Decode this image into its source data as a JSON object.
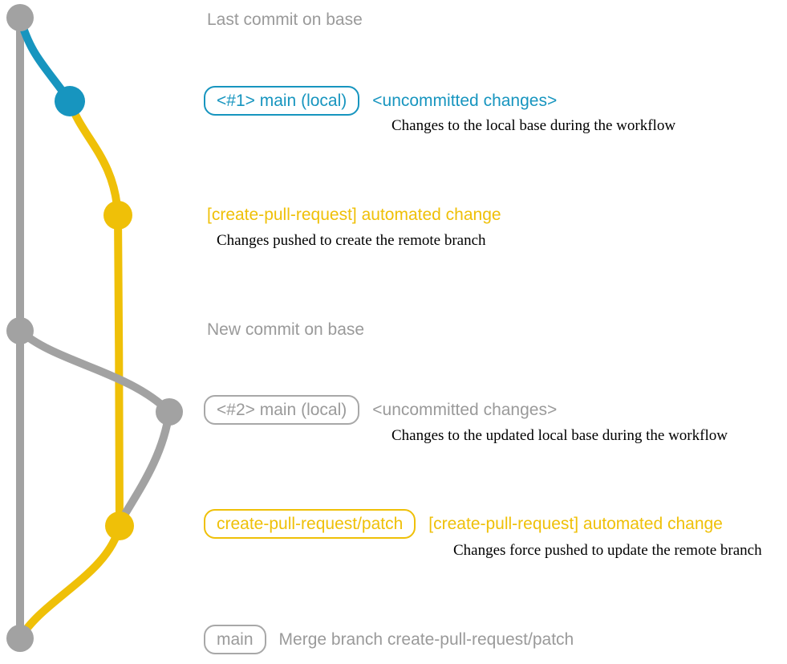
{
  "diagram": {
    "title_context": "git branch workflow diagram",
    "colors": {
      "base_gray": "#a2a2a2",
      "text_gray": "#9a9a9a",
      "teal": "#1795bf",
      "yellow": "#efc008",
      "description_black": "#000000"
    },
    "rows": {
      "last_commit": {
        "label": "Last commit on base"
      },
      "commit1": {
        "badge": "<#1> main (local)",
        "status": "<uncommitted changes>",
        "description": "Changes to the local base during the workflow"
      },
      "commit2": {
        "label": "[create-pull-request] automated change",
        "description": "Changes pushed to create the remote branch"
      },
      "new_commit": {
        "label": "New commit on base"
      },
      "commit3": {
        "badge": "<#2> main (local)",
        "status": "<uncommitted changes>",
        "description": "Changes to the updated local base during the workflow"
      },
      "commit4": {
        "badge": "create-pull-request/patch",
        "label": "[create-pull-request] automated change",
        "description": "Changes force pushed to update the remote branch"
      },
      "merge": {
        "badge": "main",
        "label": "Merge branch create-pull-request/patch"
      }
    }
  }
}
